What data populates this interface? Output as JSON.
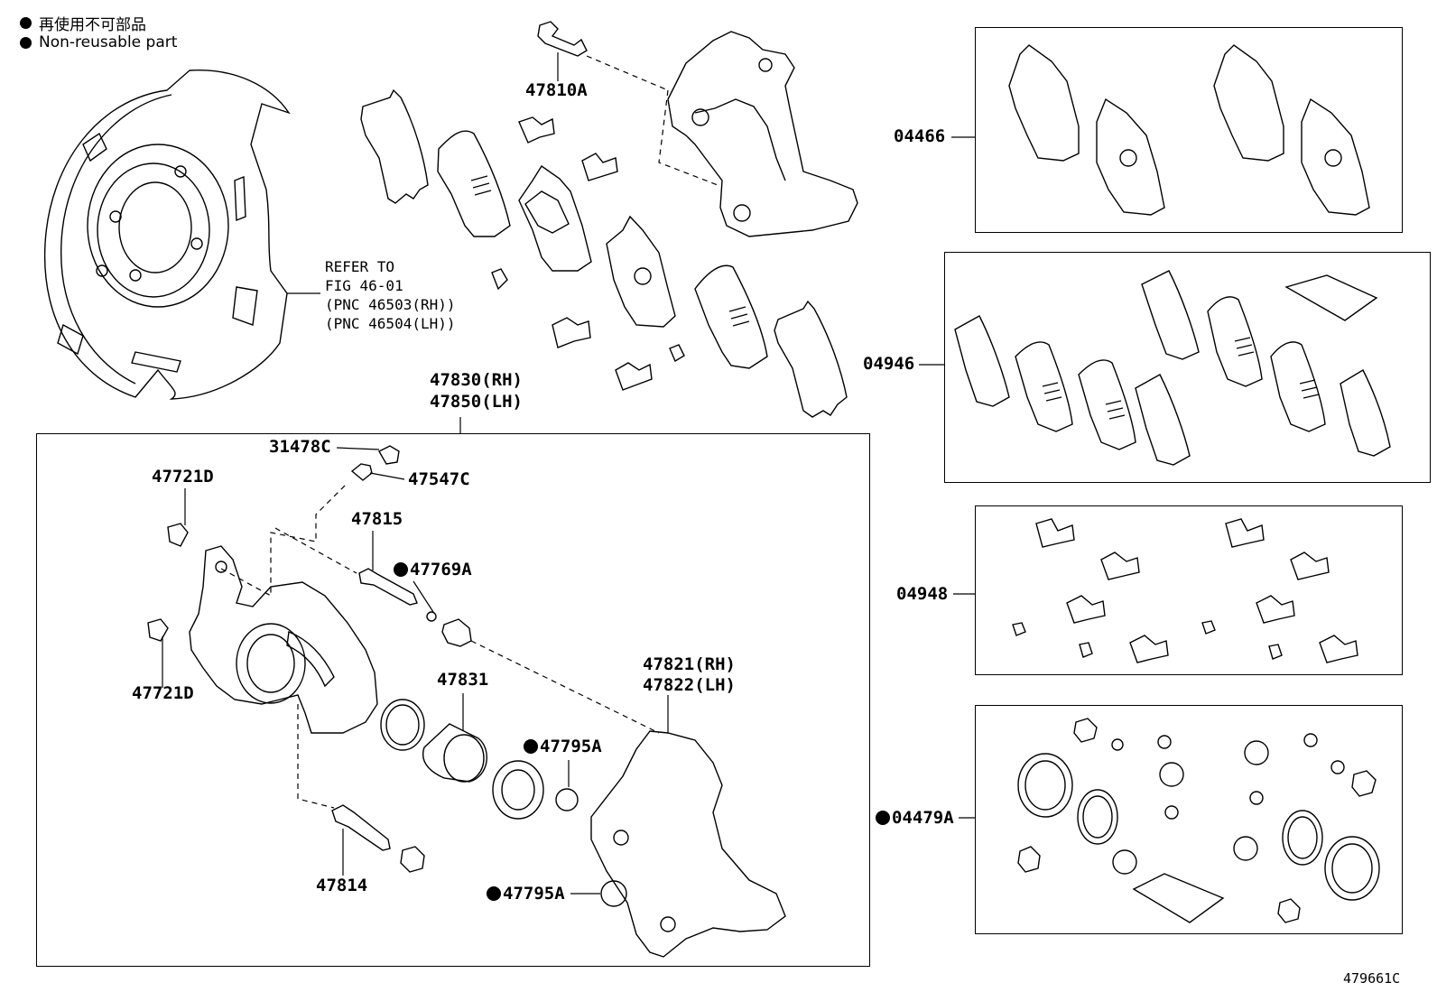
{
  "legend": {
    "chinese": "再使用不可部品",
    "english": "Non-reusable part"
  },
  "refer_note": {
    "line1": "REFER TO",
    "line2": "FIG 46-01",
    "line3": "(PNC 46503(RH))",
    "line4": "(PNC 46504(LH))"
  },
  "labels": {
    "p47810A": "47810A",
    "p47830_rh": "47830(RH)",
    "p47850_lh": "47850(LH)",
    "p31478C": "31478C",
    "p47547C": "47547C",
    "p47721D_top": "47721D",
    "p47815": "47815",
    "p47769A": "47769A",
    "p47721D_bottom": "47721D",
    "p47831": "47831",
    "p47821_rh": "47821(RH)",
    "p47822_lh": "47822(LH)",
    "p47795A_mid": "47795A",
    "p47814": "47814",
    "p47795A_bottom": "47795A",
    "p04466": "04466",
    "p04946": "04946",
    "p04948": "04948",
    "p04479A": "04479A",
    "figure_code": "479661C"
  },
  "non_reusable_parts": [
    "47769A",
    "47795A",
    "04479A"
  ]
}
